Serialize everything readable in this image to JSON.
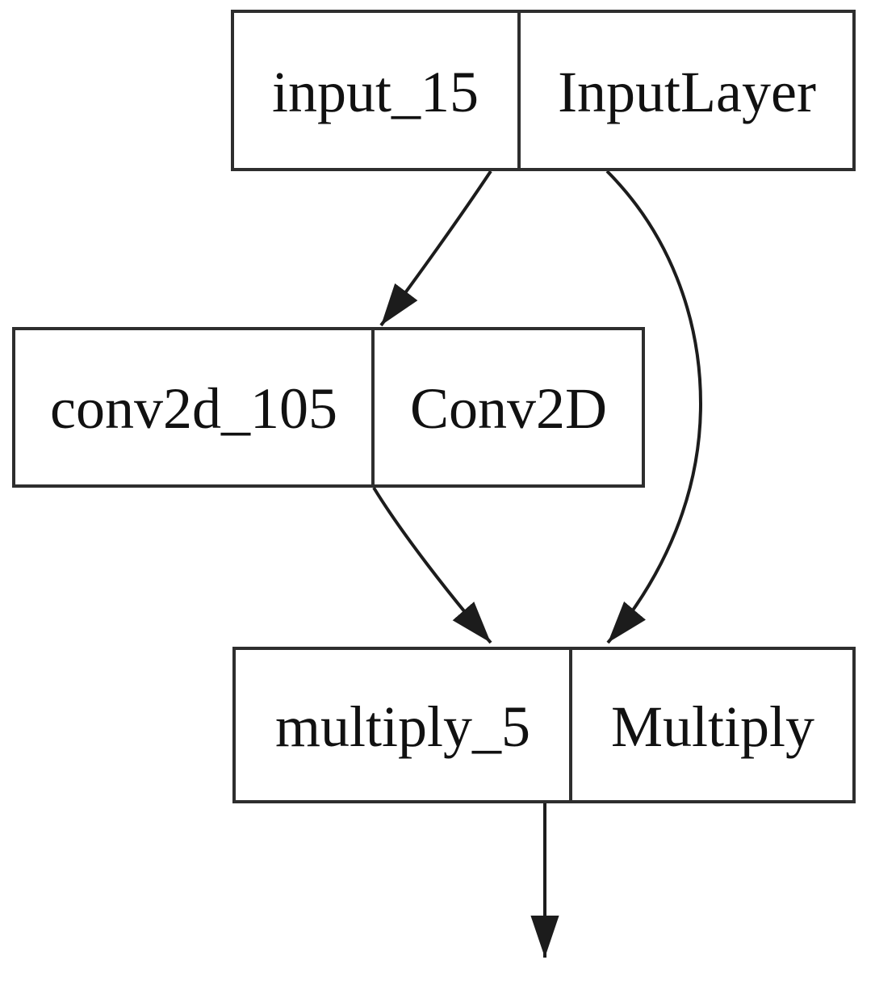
{
  "diagram": {
    "type": "neural-network-layer-graph",
    "background_color": "#ffffff",
    "node_fill_color": "#ffffff",
    "node_border_color": "#2e2e2e",
    "edge_color": "#1c1c1c",
    "text_color": "#111111",
    "nodes": [
      {
        "id": "input_15",
        "name": "input_15",
        "type": "InputLayer"
      },
      {
        "id": "conv2d_105",
        "name": "conv2d_105",
        "type": "Conv2D"
      },
      {
        "id": "multiply_5",
        "name": "multiply_5",
        "type": "Multiply"
      }
    ],
    "edges": [
      {
        "from": "input_15",
        "to": "conv2d_105"
      },
      {
        "from": "input_15",
        "to": "multiply_5"
      },
      {
        "from": "conv2d_105",
        "to": "multiply_5"
      },
      {
        "from": "multiply_5",
        "to": "output"
      }
    ]
  }
}
